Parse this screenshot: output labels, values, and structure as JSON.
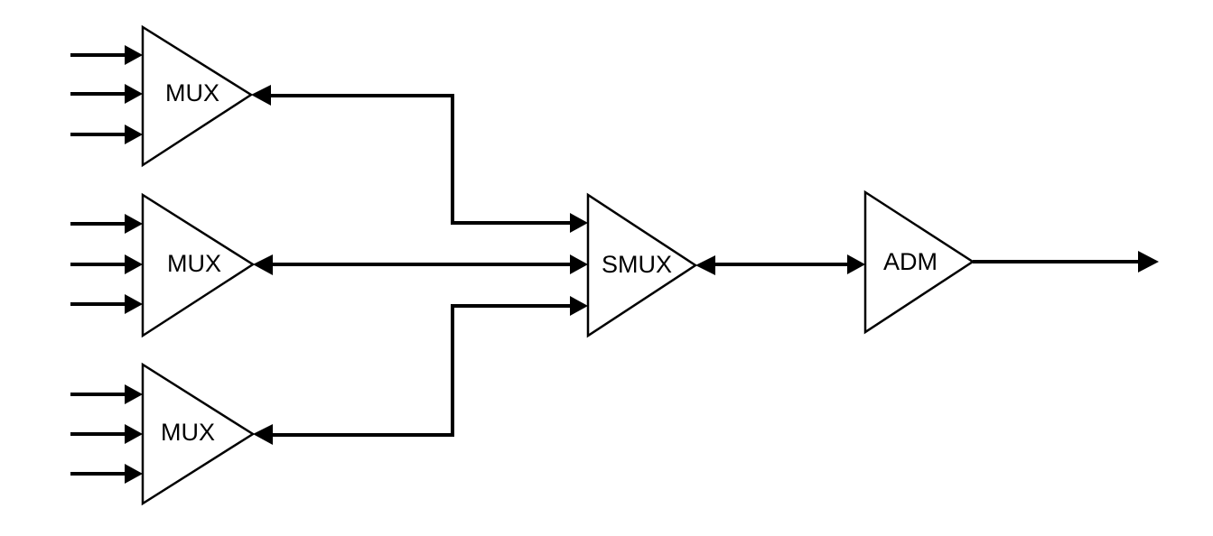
{
  "blocks": {
    "mux_top": "MUX",
    "mux_middle": "MUX",
    "mux_bottom": "MUX",
    "smux": "SMUX",
    "adm": "ADM"
  }
}
